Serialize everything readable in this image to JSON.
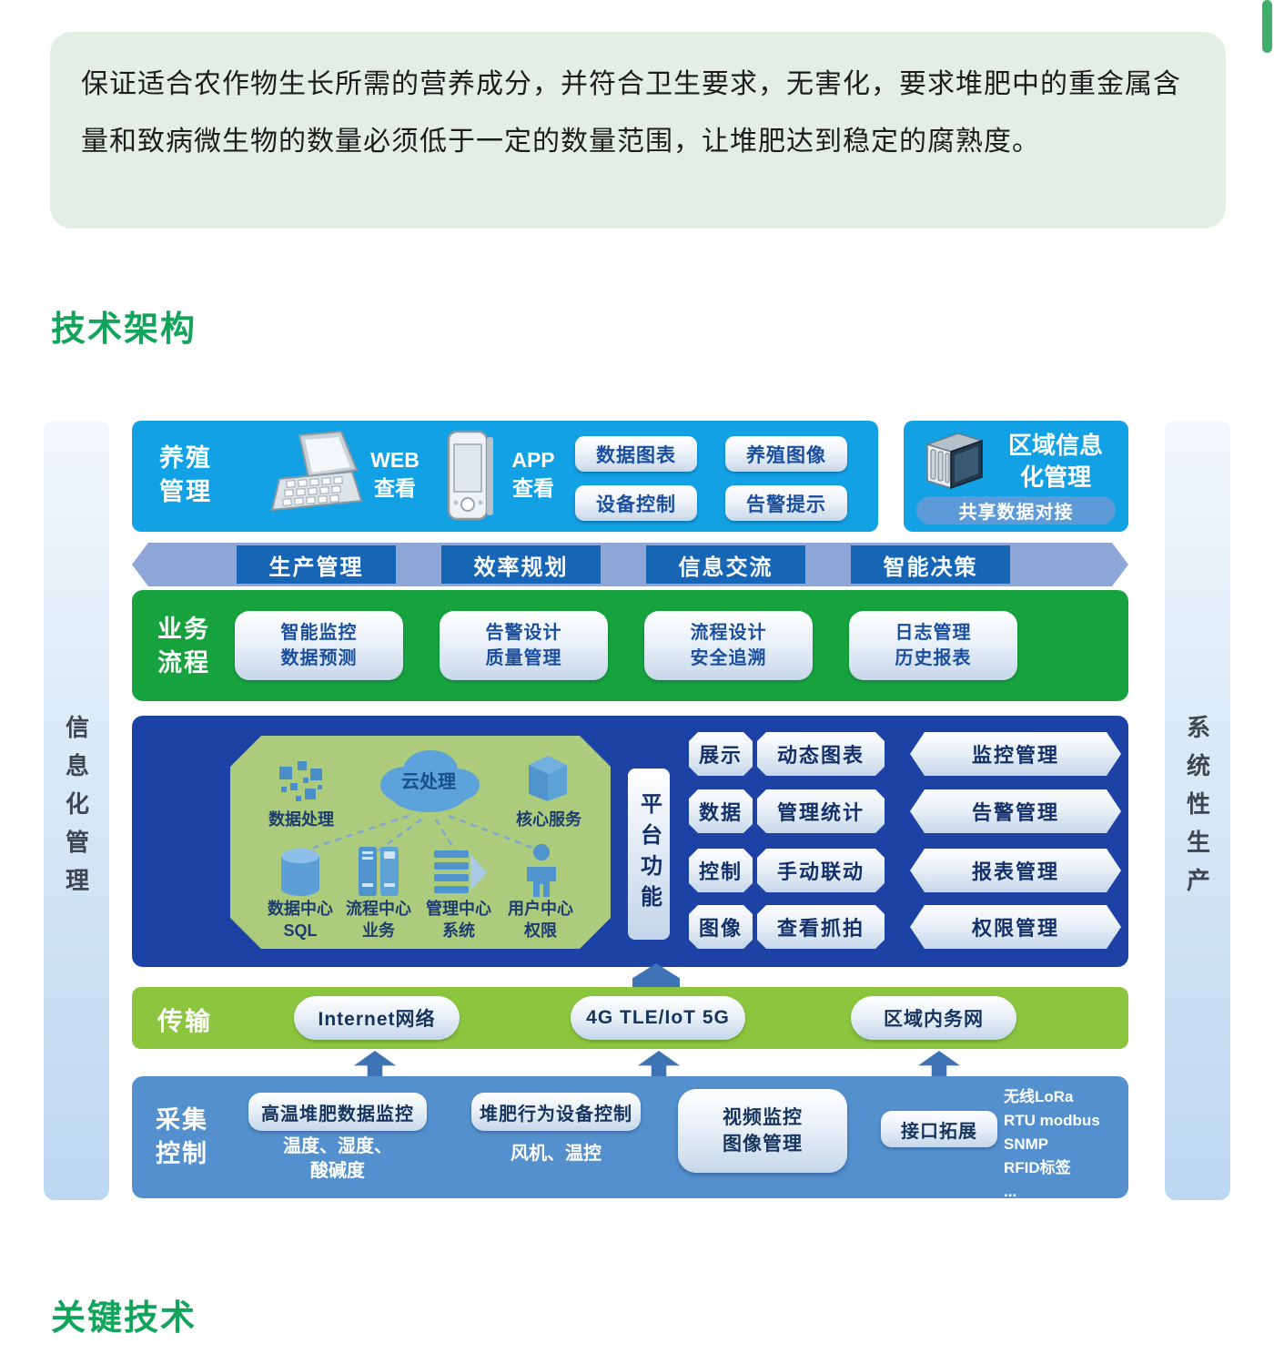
{
  "info_box": {
    "text": "保证适合农作物生长所需的营养成分，并符合卫生要求，无害化，要求堆肥中的重金属含量和致病微生物的数量必须低于一定的数量范围，让堆肥达到稳定的腐熟度。"
  },
  "headings": {
    "architecture": "技术架构",
    "key_tech": "关键技术"
  },
  "side_bars": {
    "left": "信息化管理",
    "right": "系统性生产"
  },
  "breeding_row": {
    "label_line1": "养殖",
    "label_line2": "管理",
    "web": {
      "line1": "WEB",
      "line2": "查看"
    },
    "app": {
      "line1": "APP",
      "line2": "查看"
    },
    "buttons": [
      "数据图表",
      "设备控制",
      "养殖图像",
      "告警提示"
    ],
    "regional": {
      "title_line1": "区域信息",
      "title_line2": "化管理",
      "pill": "共享数据对接"
    }
  },
  "band": {
    "items": [
      "生产管理",
      "效率规划",
      "信息交流",
      "智能决策"
    ]
  },
  "business_row": {
    "label_line1": "业务",
    "label_line2": "流程",
    "boxes": [
      {
        "line1": "智能监控",
        "line2": "数据预测"
      },
      {
        "line1": "告警设计",
        "line2": "质量管理"
      },
      {
        "line1": "流程设计",
        "line2": "安全追溯"
      },
      {
        "line1": "日志管理",
        "line2": "历史报表"
      }
    ]
  },
  "platform": {
    "octagon": {
      "data_processing": "数据处理",
      "cloud": "云处理",
      "core_service": "核心服务",
      "centers": [
        {
          "line1": "数据中心",
          "line2": "SQL"
        },
        {
          "line1": "流程中心",
          "line2": "业务"
        },
        {
          "line1": "管理中心",
          "line2": "系统"
        },
        {
          "line1": "用户中心",
          "line2": "权限"
        }
      ]
    },
    "vertical_label": "平台功能",
    "pairs": [
      {
        "key": "展示",
        "value": "动态图表"
      },
      {
        "key": "数据",
        "value": "管理统计"
      },
      {
        "key": "控制",
        "value": "手动联动"
      },
      {
        "key": "图像",
        "value": "查看抓拍"
      }
    ],
    "modules": [
      "监控管理",
      "告警管理",
      "报表管理",
      "权限管理"
    ]
  },
  "transport_row": {
    "label": "传输",
    "nodes": [
      "Internet网络",
      "4G TLE/IoT 5G",
      "区域内务网"
    ]
  },
  "collection_row": {
    "label_line1": "采集",
    "label_line2": "控制",
    "box1": {
      "title": "高温堆肥数据监控",
      "sub_line1": "温度、湿度、",
      "sub_line2": "酸碱度"
    },
    "box2": {
      "title": "堆肥行为设备控制",
      "sub": "风机、温控"
    },
    "video": {
      "line1": "视频监控",
      "line2": "图像管理"
    },
    "interface": "接口拓展",
    "protocols": [
      "无线LoRa",
      "RTU modbus",
      "SNMP",
      "RFID标签",
      "..."
    ]
  },
  "colors": {
    "heading_green": "#12a45b",
    "info_bg": "#e3efe5",
    "top_blue": "#12a1e4",
    "band_purple": "#8fa6d8",
    "band_item_blue": "#1766b5",
    "business_green": "#16a33e",
    "platform_blue": "#1d42a6",
    "octagon_green": "#accb7c",
    "transport_green": "#8cc63f",
    "collection_blue": "#5390cd",
    "pill_blue": "#5c9bd8",
    "navy_text": "#1a4e9e",
    "arrow_blue": "#3e74b5",
    "scrollbar_green": "#3fae6d"
  }
}
